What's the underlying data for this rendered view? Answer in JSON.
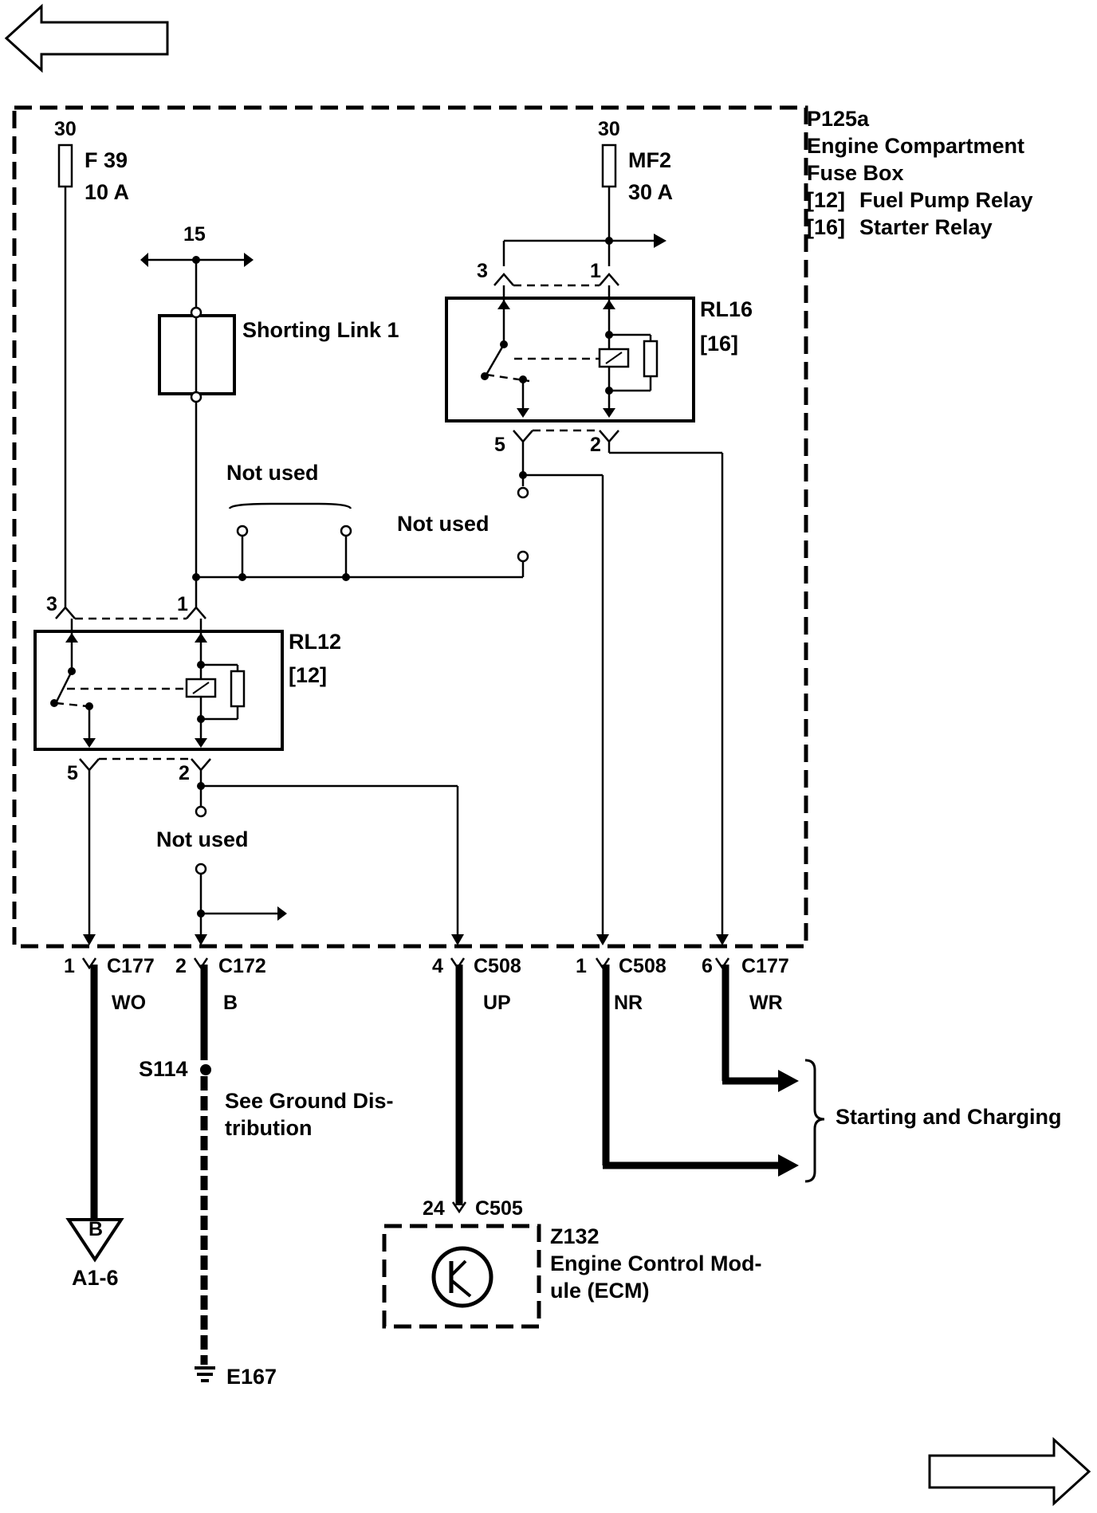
{
  "nav": {
    "back": "",
    "forward": ""
  },
  "fusebox": {
    "id": "P125a",
    "line1": "Engine Compartment",
    "line2": "Fuse Box",
    "item1_code": "[12]",
    "item1_name": "Fuel Pump Relay",
    "item2_code": "[16]",
    "item2_name": "Starter Relay"
  },
  "f39": {
    "supply": "30",
    "name": "F 39",
    "rating": "10 A"
  },
  "mf2": {
    "supply": "30",
    "name": "MF2",
    "rating": "30 A"
  },
  "feed15": "15",
  "shorting_link": "Shorting Link 1",
  "rl16": {
    "name": "RL16",
    "code": "[16]",
    "pin3": "3",
    "pin1": "1",
    "pin5": "5",
    "pin2": "2"
  },
  "rl12": {
    "name": "RL12",
    "code": "[12]",
    "pin3": "3",
    "pin1": "1",
    "pin5": "5",
    "pin2": "2"
  },
  "not_used": "Not used",
  "connectors": [
    {
      "pin": "1",
      "conn": "C177",
      "wire": "WO"
    },
    {
      "pin": "2",
      "conn": "C172",
      "wire": "B"
    },
    {
      "pin": "4",
      "conn": "C508",
      "wire": "UP"
    },
    {
      "pin": "1",
      "conn": "C508",
      "wire": "NR"
    },
    {
      "pin": "6",
      "conn": "C177",
      "wire": "WR"
    }
  ],
  "splice": "S114",
  "ground_ref_l1": "See Ground Dis-",
  "ground_ref_l2": "tribution",
  "ground_point": "E167",
  "offpage_letter": "B",
  "offpage_ref": "A1-6",
  "ecm_conn": {
    "pin": "24",
    "conn": "C505"
  },
  "ecm": {
    "id": "Z132",
    "line1": "Engine Control Mod-",
    "line2": "ule (ECM)"
  },
  "starting_charging": "Starting and Charging"
}
